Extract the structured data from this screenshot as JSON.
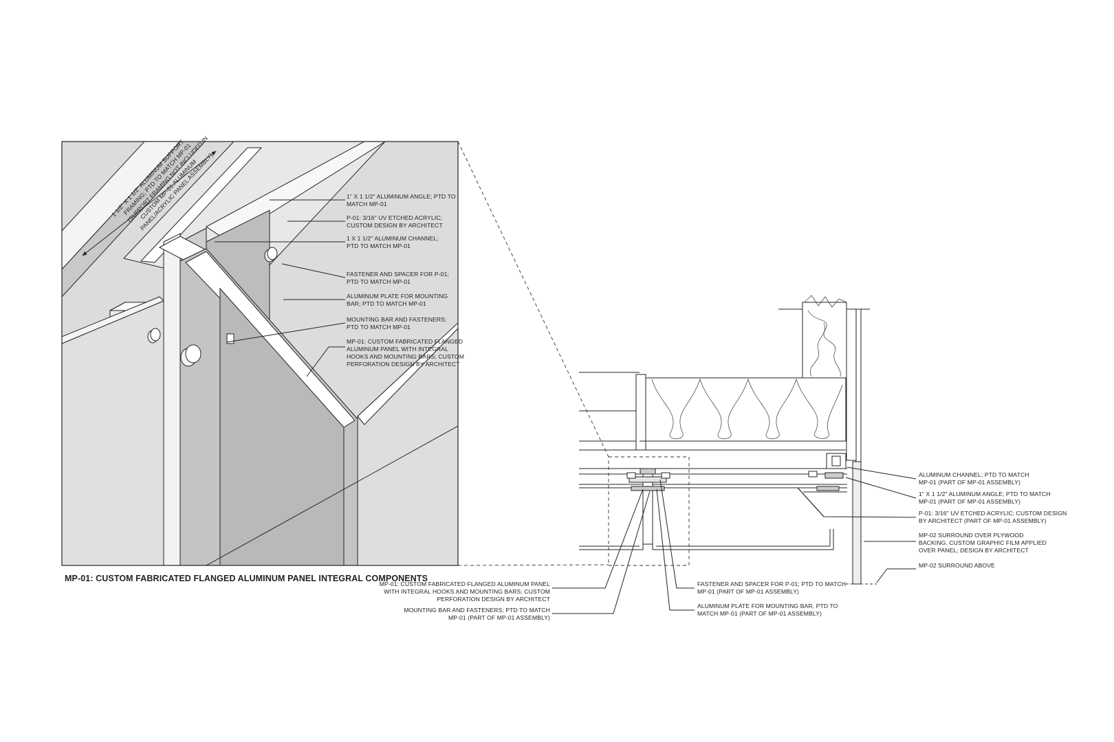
{
  "iso_view": {
    "title": "MP-01: CUSTOM FABRICATED FLANGED ALUMINUM PANEL INTEGRAL COMPONENTS",
    "framing_note": [
      "1 1/2\" X 1 1/2\" ALUMINUM SUPPORT",
      "FRAMING; PTD TO MATCH MP-01",
      "(SUPPORT FRAMING NOT INCLUDED IN",
      "CUSTOM MP-01 ALUMINUM",
      "PANEL/ACRYLIC PANEL ASSEMBLY)"
    ],
    "callouts": [
      {
        "lines": [
          "1\" X 1 1/2\" ALUMINUM ANGLE; PTD TO",
          "MATCH MP-01"
        ]
      },
      {
        "lines": [
          "P-01: 3/16\" UV ETCHED ACRYLIC;",
          "CUSTOM DESIGN BY ARCHITECT"
        ]
      },
      {
        "lines": [
          "1 X 1 1/2\" ALUMINUM CHANNEL;",
          "PTD TO MATCH MP-01"
        ]
      },
      {
        "lines": [
          "FASTENER AND SPACER FOR P-01;",
          "PTD TO MATCH MP-01"
        ]
      },
      {
        "lines": [
          "ALUMINUM PLATE FOR MOUNTING",
          "BAR; PTD TO MATCH MP-01"
        ]
      },
      {
        "lines": [
          "MOUNTING BAR AND FASTENERS;",
          "PTD TO MATCH MP-01"
        ]
      },
      {
        "lines": [
          "MP-01: CUSTOM FABRICATED FLANGED",
          "ALUMINUM PANEL WITH INTEGRAL",
          "HOOKS AND MOUNTING BARS; CUSTOM",
          "PERFORATION DESIGN BY ARCHITECT"
        ]
      }
    ]
  },
  "section_view": {
    "right_callouts": [
      {
        "lines": [
          "ALUMINUM CHANNEL; PTD TO MATCH",
          "MP-01 (PART OF MP-01 ASSEMBLY)"
        ]
      },
      {
        "lines": [
          "1\" X 1 1/2\" ALUMINUM ANGLE; PTD TO MATCH",
          "MP-01 (PART OF MP-01 ASSEMBLY)"
        ]
      },
      {
        "lines": [
          "P-01: 3/16\" UV ETCHED ACRYLIC; CUSTOM DESIGN",
          "BY ARCHITECT (PART OF MP-01 ASSEMBLY)"
        ]
      },
      {
        "lines": [
          "MP-02 SURROUND OVER PLYWOOD",
          "BACKING. CUSTOM GRAPHIC FILM APPLIED",
          "OVER PANEL; DESIGN BY ARCHITECT"
        ]
      },
      {
        "lines": [
          "MP-02 SURROUND ABOVE"
        ]
      }
    ],
    "bottom_left_callouts": [
      {
        "lines": [
          "MP-01: CUSTOM FABRICATED FLANGED ALUMINUM PANEL",
          "WITH INTEGRAL HOOKS AND MOUNTING BARS; CUSTOM",
          "PERFORATION DESIGN BY ARCHITECT"
        ]
      },
      {
        "lines": [
          "MOUNTING BAR AND FASTENERS; PTD TO MATCH",
          "MP-01 (PART OF MP-01 ASSEMBLY)"
        ]
      }
    ],
    "bottom_mid_callouts": [
      {
        "lines": [
          "FASTENER AND SPACER FOR P-01; PTD TO MATCH",
          "MP-01 (PART OF MP-01 ASSEMBLY)"
        ]
      },
      {
        "lines": [
          "ALUMINUM PLATE FOR MOUNTING BAR, PTD TO",
          "MATCH MP-01 (PART OF MP-01 ASSEMBLY)"
        ]
      }
    ]
  }
}
